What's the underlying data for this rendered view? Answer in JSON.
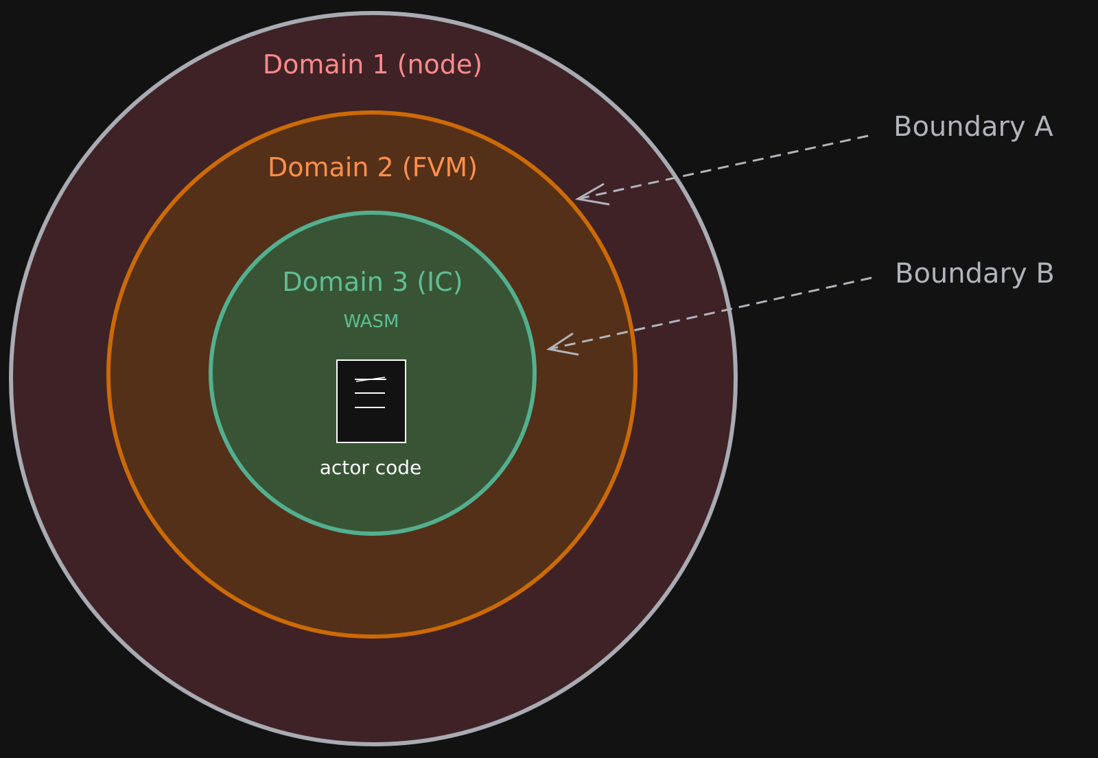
{
  "colors": {
    "background": "#121212",
    "domain1_fill": "#3e2226",
    "domain1_stroke": "#a9abb3",
    "domain1_text": "#ff8a8a",
    "domain2_fill": "#543018",
    "domain2_stroke": "#cc6a06",
    "domain2_text": "#ff8f4c",
    "domain3_fill": "#385435",
    "domain3_stroke": "#52b08f",
    "domain3_text": "#5ebf95",
    "boundary_text": "#b2b4bb",
    "actor_text": "#ffffff",
    "actor_box_fill": "#121212",
    "actor_box_stroke": "#ffffff"
  },
  "domains": {
    "domain1": {
      "label": "Domain 1 (node)"
    },
    "domain2": {
      "label": "Domain 2 (FVM)"
    },
    "domain3": {
      "label": "Domain 3 (IC)",
      "sublabel": "WASM"
    }
  },
  "actor": {
    "label": "actor code",
    "icon": "document-icon"
  },
  "boundaries": {
    "a": {
      "label": "Boundary A"
    },
    "b": {
      "label": "Boundary B"
    }
  }
}
